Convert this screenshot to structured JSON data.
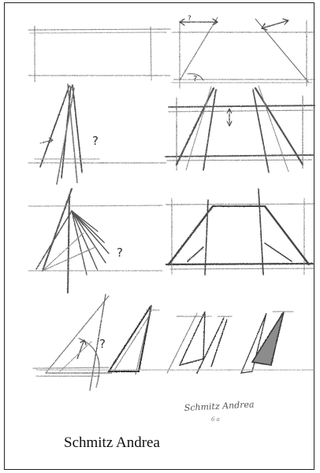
{
  "sheet": {
    "question_marks": [
      "?",
      "?",
      "?",
      "?",
      "?"
    ],
    "signature": "Schmitz Andrea",
    "signature_sub": "6 a"
  },
  "caption": "Schmitz Andrea"
}
